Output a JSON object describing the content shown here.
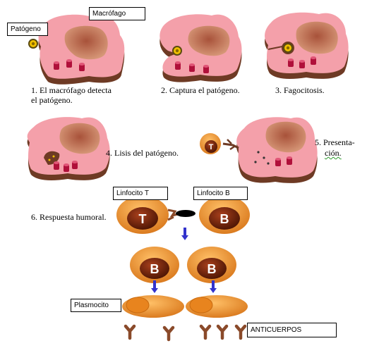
{
  "labels": {
    "macrofago": "Macrófago",
    "patogeno": "Patógeno",
    "linfocito_t": "Linfocito T",
    "linfocito_b": "Linfocito B",
    "plasmocito": "Plasmocito",
    "anticuerpos": "ANTICUERPOS"
  },
  "steps": {
    "s1_line1": "1. El macrófago detecta",
    "s1_line2": "el patógeno.",
    "s2": "2. Captura el patógeno.",
    "s3": "3. Fagocitosis.",
    "s4": "4. Lisis del patógeno.",
    "s5_line1": "5. Presenta-",
    "s5_line2": "ción.",
    "s6": "6. Respuesta humoral."
  },
  "cell_letters": {
    "t": "T",
    "b": "B"
  },
  "colors": {
    "macrophage": "#f4a0aa",
    "macrophage_base": "#6e3a24",
    "nucleus": "#c77a5c",
    "vesicle": "#b0103a",
    "lymphocyte": "#f0962a",
    "lymph_nucleus": "#6b2208",
    "arrow": "#3333cc",
    "antibody": "#8a4a2a",
    "pathogen": "#e8b800"
  }
}
